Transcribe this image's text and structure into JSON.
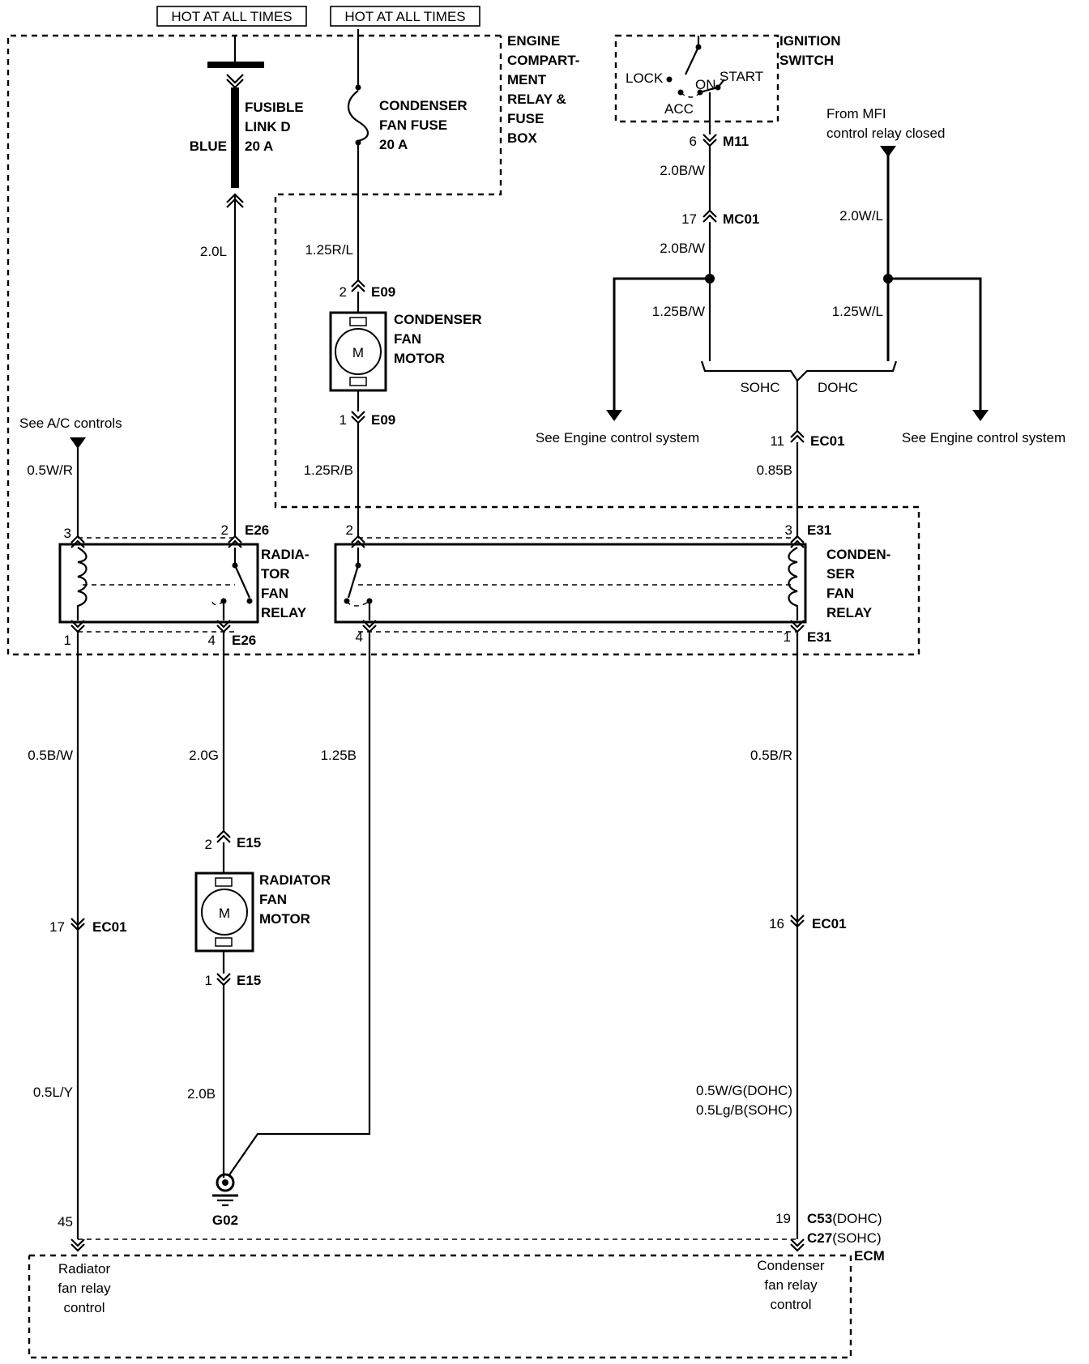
{
  "hot_labels": [
    "HOT AT ALL TIMES",
    "HOT AT ALL TIMES"
  ],
  "fuse_box": {
    "name": [
      "ENGINE",
      "COMPART-",
      "MENT",
      "RELAY &",
      "FUSE",
      "BOX"
    ]
  },
  "fusible_link": {
    "name": [
      "FUSIBLE",
      "LINK D"
    ],
    "rating": "20 A",
    "color": "BLUE"
  },
  "condenser_fuse": {
    "name": [
      "CONDENSER",
      "FAN FUSE"
    ],
    "rating": "20 A"
  },
  "ignition": {
    "name": [
      "IGNITION",
      "SWITCH"
    ],
    "positions": {
      "lock": "LOCK",
      "acc": "ACC",
      "on": "ON",
      "start": "START"
    }
  },
  "mfi_note": [
    "From MFI",
    "control relay closed"
  ],
  "connectors": {
    "m11": {
      "pin": "6",
      "id": "M11"
    },
    "mc01": {
      "pin": "17",
      "id": "MC01"
    },
    "e09_top": {
      "pin": "2",
      "id": "E09"
    },
    "e09_bot": {
      "pin": "1",
      "id": "E09"
    },
    "ec01_top": {
      "pin": "11",
      "id": "EC01"
    },
    "e26_top": {
      "pin": "2",
      "id": "E26"
    },
    "e26_bot": {
      "pin": "4",
      "id": "E26"
    },
    "rad_pin3": "3",
    "rad_pin1": "1",
    "cond_pin2": "2",
    "cond_pin4": "4",
    "e31_top": {
      "pin": "3",
      "id": "E31"
    },
    "e31_bot": {
      "pin": "1",
      "id": "E31"
    },
    "e15_top": {
      "pin": "2",
      "id": "E15"
    },
    "e15_bot": {
      "pin": "1",
      "id": "E15"
    },
    "ec01_left": {
      "pin": "17",
      "id": "EC01"
    },
    "ec01_right": {
      "pin": "16",
      "id": "EC01"
    },
    "ecm_left_pin": "45",
    "ecm_right_pin": "19",
    "ecm_right_ids": {
      "dohc_id": "C53",
      "dohc_tag": "(DOHC)",
      "sohc_id": "C27",
      "sohc_tag": "(SOHC)"
    }
  },
  "wires": {
    "w_20l": "2.0L",
    "w_125rl": "1.25R/L",
    "w_125rb": "1.25R/B",
    "w_20bw_1": "2.0B/W",
    "w_20bw_2": "2.0B/W",
    "w_20wl": "2.0W/L",
    "w_125bw": "1.25B/W",
    "w_125wl": "1.25W/L",
    "w_085b": "0.85B",
    "w_05wr": "0.5W/R",
    "w_05bw": "0.5B/W",
    "w_20g": "2.0G",
    "w_125b": "1.25B",
    "w_05br": "0.5B/R",
    "w_05ly": "0.5L/Y",
    "w_20b": "2.0B",
    "w_05wg": "0.5W/G(DOHC)",
    "w_05lgb": "0.5Lg/B(SOHC)"
  },
  "see_ac": "See A/C controls",
  "see_engine": [
    "See Engine control system",
    "See Engine control system"
  ],
  "sohc": "SOHC",
  "dohc": "DOHC",
  "condenser_motor": {
    "name": [
      "CONDENSER",
      "FAN",
      "MOTOR"
    ],
    "symbol": "M"
  },
  "radiator_motor": {
    "name": [
      "RADIATOR",
      "FAN",
      "MOTOR"
    ],
    "symbol": "M"
  },
  "radiator_relay": {
    "name": [
      "RADIA-",
      "TOR",
      "FAN",
      "RELAY"
    ]
  },
  "condenser_relay": {
    "name": [
      "CONDEN-",
      "SER",
      "FAN",
      "RELAY"
    ]
  },
  "ground": "G02",
  "ecm": {
    "name": "ECM",
    "left_note": [
      "Radiator",
      "fan relay",
      "control"
    ],
    "right_note": [
      "Condenser",
      "fan relay",
      "control"
    ]
  }
}
